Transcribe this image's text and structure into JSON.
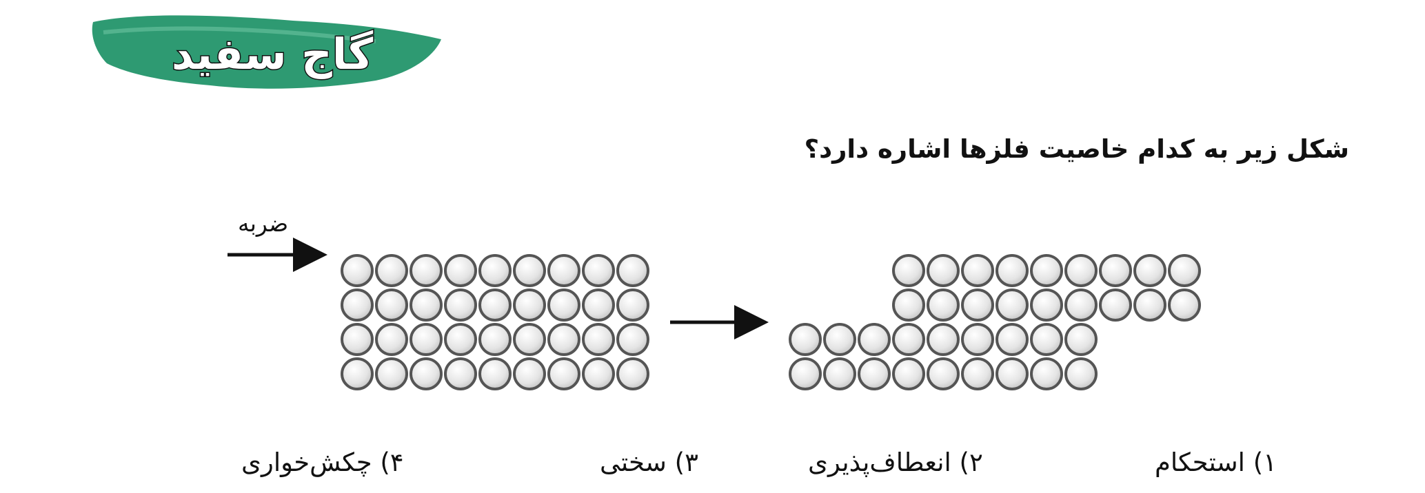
{
  "logo": {
    "text": "گاج سفید",
    "brush_color": "#2e9a72",
    "text_color": "#ffffff"
  },
  "question": {
    "text": "شکل زیر به کدام خاصیت فلزها اشاره دارد؟"
  },
  "diagram": {
    "impact_label": "ضربه",
    "before_grid": {
      "rows": 4,
      "cols": 9
    },
    "after_grid": {
      "top_rows": 2,
      "bottom_rows": 2,
      "cols": 9,
      "top_shift_cols": 3
    },
    "ball_fill": "#e6e6e6",
    "ball_stroke": "#555555"
  },
  "options": [
    {
      "text": "۱) استحکام"
    },
    {
      "text": "۲) انعطاف‌پذیری"
    },
    {
      "text": "۳) سختی"
    },
    {
      "text": "۴) چکش‌خواری"
    }
  ]
}
